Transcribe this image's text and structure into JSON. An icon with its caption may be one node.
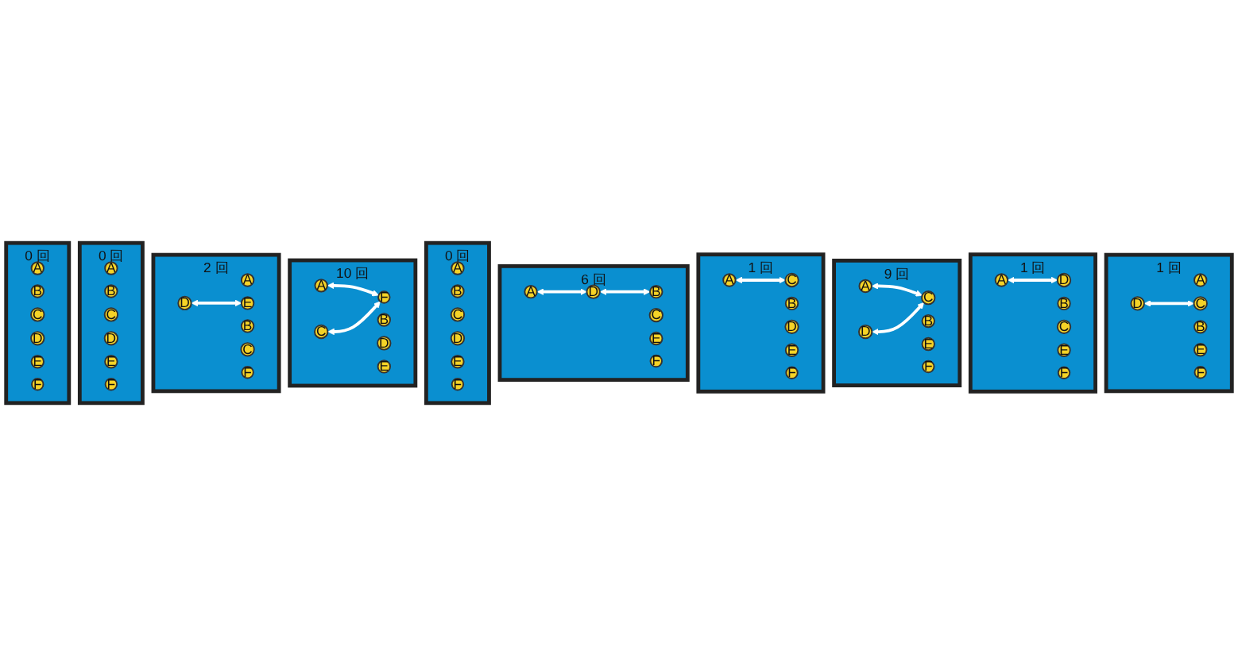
{
  "diagram": {
    "nodes": [
      {
        "text": [],
        "shape": "box",
        "beside": [
          "1 回"
        ]
      },
      {
        "text": [
          "A"
        ],
        "in": 0
      },
      {
        "text": [
          "B"
        ],
        "in": 0
      },
      {
        "text": [
          "C"
        ],
        "in": 0
      },
      {
        "text": [
          "D"
        ],
        "in": 0
      },
      {
        "text": [
          "E"
        ],
        "in": 0
      },
      {
        "text": [
          "F"
        ],
        "in": 0
      },
      {
        "text": [],
        "shape": "box",
        "beside": [
          "1 回"
        ]
      },
      {
        "text": [
          "A"
        ],
        "in": 7
      },
      {
        "text": [
          "B"
        ],
        "in": 7
      },
      {
        "text": [
          "C"
        ],
        "in": 7
      },
      {
        "text": [
          "D"
        ],
        "in": 7
      },
      {
        "text": [
          "E"
        ],
        "in": 7
      },
      {
        "text": [
          "F"
        ],
        "in": 7
      },
      {
        "text": [],
        "shape": "box",
        "beside": [
          "9 回"
        ]
      },
      {
        "text": [
          "A"
        ],
        "in": 14
      },
      {
        "text": [
          "B"
        ],
        "in": 14
      },
      {
        "text": [
          "C"
        ],
        "in": 14
      },
      {
        "text": [
          "D"
        ],
        "in": 14
      },
      {
        "text": [
          "E"
        ],
        "in": 14
      },
      {
        "text": [
          "F"
        ],
        "in": 14
      },
      {
        "text": [],
        "shape": "box",
        "beside": [
          "1 回"
        ]
      },
      {
        "text": [
          "A"
        ],
        "in": 21
      },
      {
        "text": [
          "B"
        ],
        "in": 21
      },
      {
        "text": [
          "C"
        ],
        "in": 21
      },
      {
        "text": [
          "D"
        ],
        "in": 21
      },
      {
        "text": [
          "E"
        ],
        "in": 21
      },
      {
        "text": [
          "F"
        ],
        "in": 21
      },
      {
        "text": [],
        "shape": "box",
        "beside": [
          "6 回"
        ]
      },
      {
        "text": [
          "A"
        ],
        "in": 28
      },
      {
        "text": [
          "B"
        ],
        "in": 28
      },
      {
        "text": [
          "C"
        ],
        "in": 28
      },
      {
        "text": [
          "D"
        ],
        "in": 28
      },
      {
        "text": [
          "E"
        ],
        "in": 28
      },
      {
        "text": [
          "F"
        ],
        "in": 28
      },
      {
        "text": [],
        "shape": "box",
        "beside": [
          "0 回"
        ]
      },
      {
        "text": [
          "A"
        ],
        "in": 35
      },
      {
        "text": [
          "B"
        ],
        "in": 35
      },
      {
        "text": [
          "C"
        ],
        "in": 35
      },
      {
        "text": [
          "D"
        ],
        "in": 35
      },
      {
        "text": [
          "E"
        ],
        "in": 35
      },
      {
        "text": [
          "F"
        ],
        "in": 35
      },
      {
        "text": [],
        "shape": "box",
        "beside": [
          "10 回"
        ]
      },
      {
        "text": [
          "A"
        ],
        "in": 42
      },
      {
        "text": [
          "B"
        ],
        "in": 42
      },
      {
        "text": [
          "C"
        ],
        "in": 42
      },
      {
        "text": [
          "D"
        ],
        "in": 42
      },
      {
        "text": [
          "E"
        ],
        "in": 42
      },
      {
        "text": [
          "F"
        ],
        "in": 42
      },
      {
        "text": [],
        "shape": "box",
        "beside": [
          "2 回"
        ]
      },
      {
        "text": [
          "A"
        ],
        "in": 49
      },
      {
        "text": [
          "B"
        ],
        "in": 49
      },
      {
        "text": [
          "C"
        ],
        "in": 49
      },
      {
        "text": [
          "D"
        ],
        "in": 49
      },
      {
        "text": [
          "E"
        ],
        "in": 49
      },
      {
        "text": [
          "F"
        ],
        "in": 49
      },
      {
        "text": [],
        "shape": "box",
        "beside": [
          "0 回"
        ]
      },
      {
        "text": [
          "A"
        ],
        "in": 56
      },
      {
        "text": [
          "B"
        ],
        "in": 56
      },
      {
        "text": [
          "C"
        ],
        "in": 56
      },
      {
        "text": [
          "D"
        ],
        "in": 56
      },
      {
        "text": [
          "E"
        ],
        "in": 56
      },
      {
        "text": [
          "F"
        ],
        "in": 56
      },
      {
        "text": [],
        "shape": "box",
        "beside": [
          "0 回"
        ]
      },
      {
        "text": [
          "A"
        ],
        "in": 63
      },
      {
        "text": [
          "B"
        ],
        "in": 63
      },
      {
        "text": [
          "C"
        ],
        "in": 63
      },
      {
        "text": [
          "D"
        ],
        "in": 63
      },
      {
        "text": [
          "E"
        ],
        "in": 63
      },
      {
        "text": [
          "F"
        ],
        "in": 63
      }
    ],
    "edges": [
      {
        "from": 4,
        "to": 3,
        "arrow": "both"
      },
      {
        "from": 8,
        "to": 11,
        "arrow": "both"
      },
      {
        "from": 15,
        "to": 17,
        "arrow": "both"
      },
      {
        "from": 18,
        "to": 17,
        "arrow": "both"
      },
      {
        "from": 22,
        "to": 24,
        "arrow": "both"
      },
      {
        "from": 29,
        "to": 32,
        "arrow": "both"
      },
      {
        "from": 32,
        "to": 30,
        "arrow": "both"
      },
      {
        "from": 43,
        "to": 48,
        "arrow": "both"
      },
      {
        "from": 45,
        "to": 48,
        "arrow": "both"
      },
      {
        "from": 53,
        "to": 54,
        "arrow": "both"
      }
    ]
  }
}
